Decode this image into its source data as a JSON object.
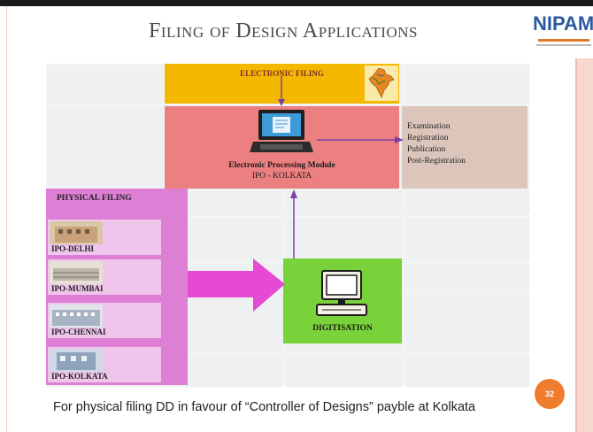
{
  "slide": {
    "title": "Filing of Design Applications",
    "logo_text": "NIPAM",
    "page_number": "32",
    "footer_text": "For physical filing DD in favour of “Controller of Designs” payble at Kolkata"
  },
  "diagram": {
    "electronic_filing": "ELECTRONIC FILING",
    "processing_module": {
      "title": "Electronic Processing Module",
      "subtitle": "IPO - KOLKATA"
    },
    "stages": [
      "Examination",
      "Registration",
      "Publication",
      "Post-Registration"
    ],
    "physical_filing": "PHYSICAL FILING",
    "offices": [
      "IPO-DELHI",
      "IPO-MUMBAI",
      "IPO-CHENNAI",
      "IPO-KOLKATA"
    ],
    "digitisation": "DIGITISATION"
  },
  "colors": {
    "electronic_filing": "#f5b800",
    "processing_module": "#ec7f7f",
    "stages": "#dcc6bb",
    "physical_filing": "#dd7fd4",
    "digitisation": "#79d23a",
    "arrow": "#7b3fa6",
    "page_badge": "#f07c2e"
  }
}
